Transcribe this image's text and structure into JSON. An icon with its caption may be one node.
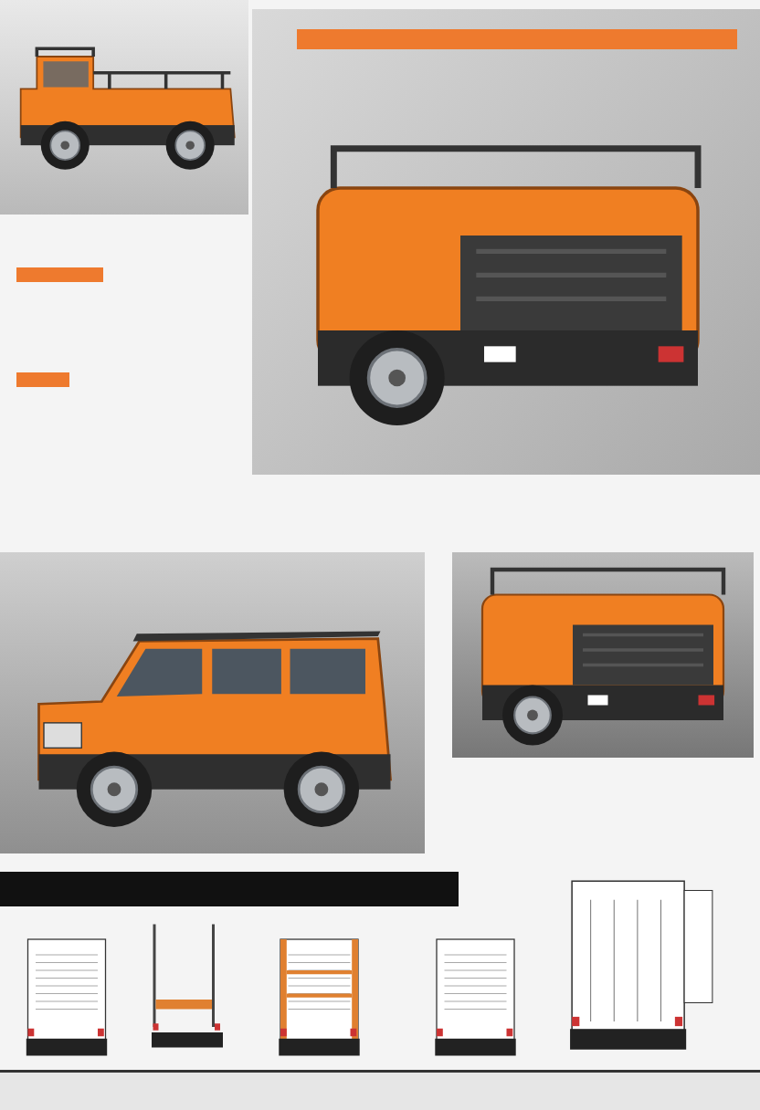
{
  "diagram": {
    "nodes": [
      {
        "text": [],
        "shape": "bar"
      },
      {
        "text": [],
        "shape": "bar"
      },
      {
        "text": [],
        "shape": "bar"
      }
    ]
  }
}
